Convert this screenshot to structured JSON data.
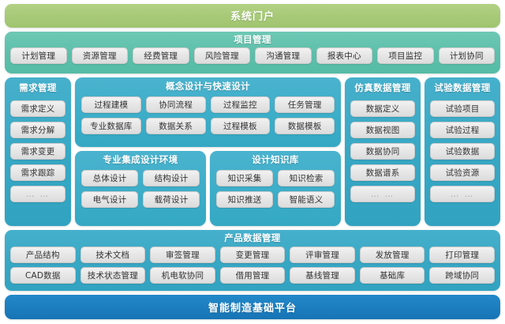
{
  "colors": {
    "portal": "#a6c977",
    "project": "#5cbfaa",
    "panel_blue": "#37a7c4",
    "platform": "#1b7cbd",
    "chip": "#e6e6e6"
  },
  "portal": {
    "title": "系统门户"
  },
  "project_management": {
    "title": "项目管理",
    "items": [
      "计划管理",
      "资源管理",
      "经费管理",
      "风险管理",
      "沟通管理",
      "报表中心",
      "项目监控",
      "计划协同"
    ]
  },
  "requirement_management": {
    "title": "需求管理",
    "items": [
      "需求定义",
      "需求分解",
      "需求变更",
      "需求跟踪",
      "… …"
    ]
  },
  "concept_design": {
    "title": "概念设计与快速设计",
    "items": [
      "过程建模",
      "协同流程",
      "过程监控",
      "任务管理",
      "专业数据库",
      "数据关系",
      "过程模板",
      "数据模板"
    ]
  },
  "integrated_design": {
    "title": "专业集成设计环境",
    "items": [
      "总体设计",
      "结构设计",
      "电气设计",
      "载荷设计"
    ]
  },
  "design_knowledge": {
    "title": "设计知识库",
    "items": [
      "知识采集",
      "知识检索",
      "知识推送",
      "智能语义"
    ]
  },
  "simulation_data_management": {
    "title": "仿真数据管理",
    "items": [
      "数据定义",
      "数据视图",
      "数据协同",
      "数据谱系",
      "… …"
    ]
  },
  "test_data_management": {
    "title": "试验数据管理",
    "items": [
      "试验项目",
      "试验过程",
      "试验数据",
      "试验资源",
      "… …"
    ]
  },
  "product_data_management": {
    "title": "产品数据管理",
    "items": [
      "产品结构",
      "技术文档",
      "审签管理",
      "变更管理",
      "评审管理",
      "发放管理",
      "打印管理",
      "CAD数据",
      "技术状态管理",
      "机电软协同",
      "借用管理",
      "基线管理",
      "基础库",
      "跨域协同"
    ]
  },
  "platform": {
    "title": "智能制造基础平台"
  }
}
